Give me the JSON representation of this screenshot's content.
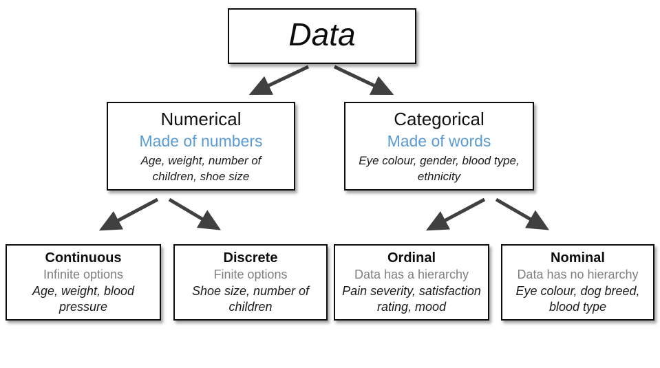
{
  "diagram": {
    "nodes": {
      "data": {
        "title": "Data"
      },
      "numerical": {
        "title": "Numerical",
        "subtitle": "Made of numbers",
        "examples": "Age, weight, number of children, shoe size"
      },
      "categorical": {
        "title": "Categorical",
        "subtitle": "Made of words",
        "examples": "Eye colour, gender, blood type, ethnicity"
      },
      "continuous": {
        "title": "Continuous",
        "description": "Infinite options",
        "examples": "Age, weight, blood pressure"
      },
      "discrete": {
        "title": "Discrete",
        "description": "Finite options",
        "examples": "Shoe size, number of children"
      },
      "ordinal": {
        "title": "Ordinal",
        "description": "Data has a hierarchy",
        "examples": "Pain severity, satisfaction rating, mood"
      },
      "nominal": {
        "title": "Nominal",
        "description": "Data has no hierarchy",
        "examples": "Eye colour, dog breed, blood type"
      }
    },
    "colors": {
      "subtitle_blue": "#5B9BD5",
      "description_gray": "#7f7f7f",
      "arrow_gray": "#404040",
      "border_black": "#0d0d0d",
      "background": "#ffffff"
    }
  }
}
